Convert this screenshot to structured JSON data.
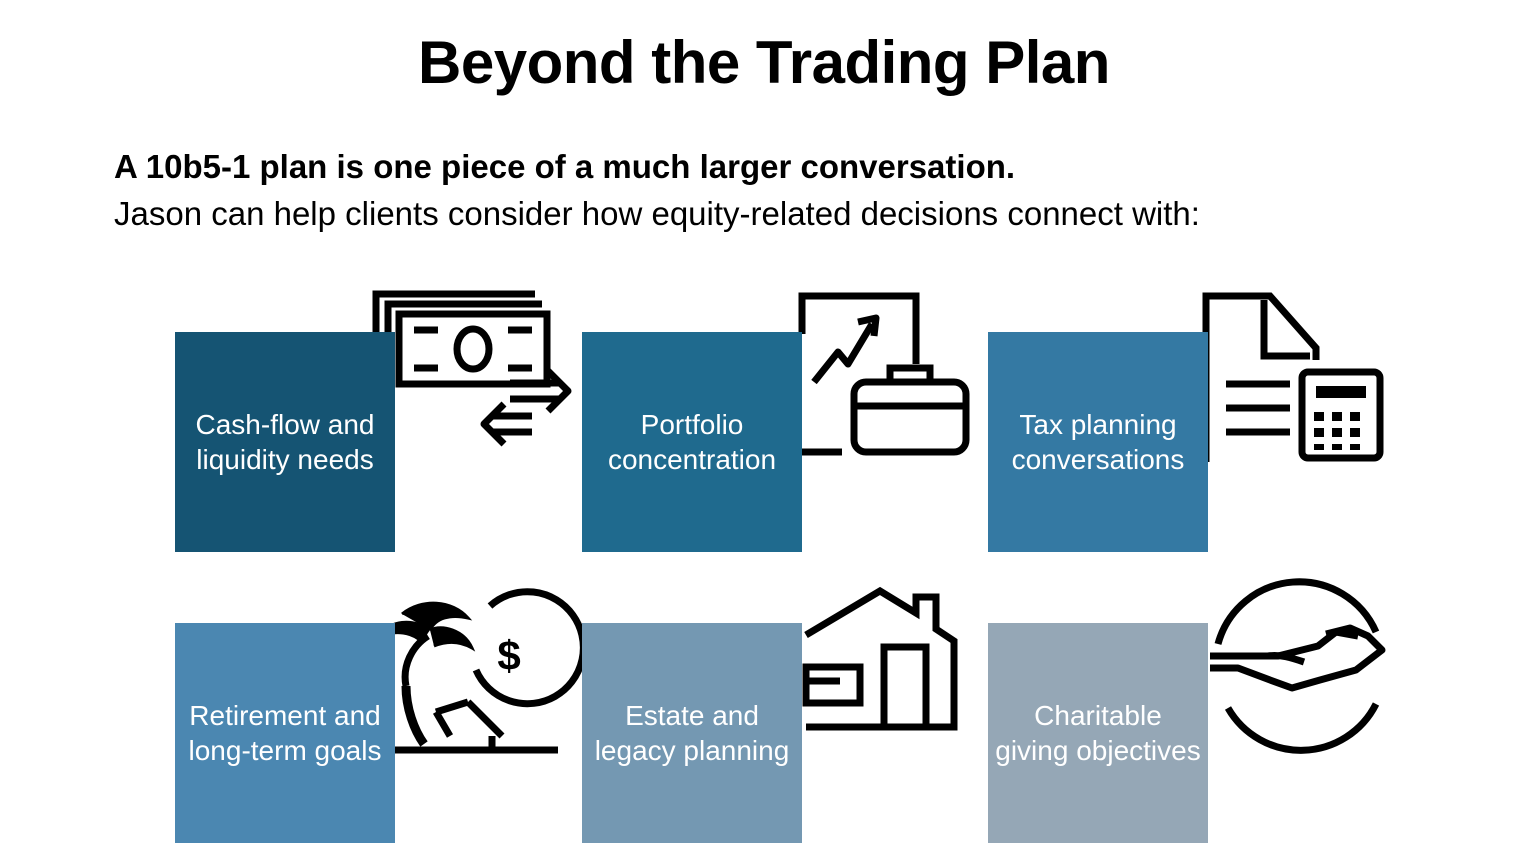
{
  "title": "Beyond the Trading Plan",
  "intro": {
    "bold": "A 10b5-1 plan is one piece of a much larger conversation.",
    "text": "Jason can help clients consider how equity-related decisions connect with:"
  },
  "tiles": [
    {
      "label": "Cash-flow and liquidity needs",
      "color": "#155473",
      "icon": "money-exchange-icon"
    },
    {
      "label": "Portfolio concentration",
      "color": "#1f6a8e",
      "icon": "chart-briefcase-icon"
    },
    {
      "label": "Tax planning conversations",
      "color": "#3479a3",
      "icon": "document-calculator-icon"
    },
    {
      "label": "Retirement and long-term goals",
      "color": "#4b87b1",
      "icon": "palm-tree-dollar-icon"
    },
    {
      "label": "Estate and legacy planning",
      "color": "#7498b2",
      "icon": "house-icon"
    },
    {
      "label": "Charitable giving objectives",
      "color": "#95a7b6",
      "icon": "hand-giving-icon"
    }
  ],
  "icon_text": {
    "dollar_sign": "$"
  }
}
